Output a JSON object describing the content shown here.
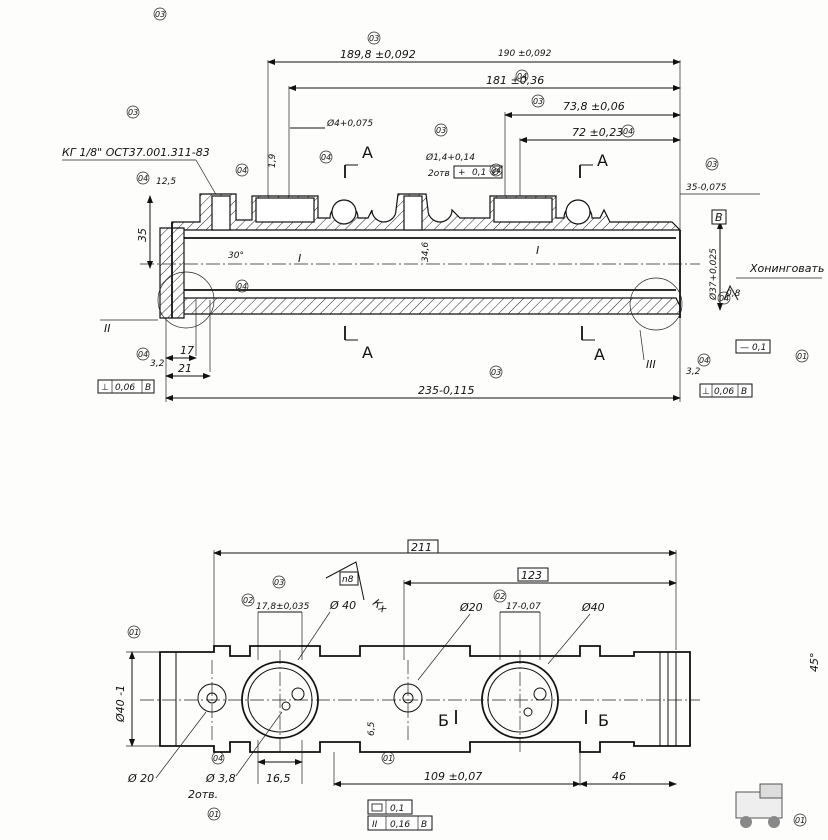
{
  "front_view": {
    "dim_overall_top": "189,8 ±0,092",
    "dim_overall_top_alt": "190 ±0,092",
    "dim_181": "181 ±0,36",
    "dim_73": "73,8 ±0,06",
    "dim_72": "72 ±0,23",
    "dim_hole_d4": "Ø4+0,075",
    "dim_hole_d14": "Ø1,4+0,14",
    "dim_2otv": "2отв",
    "tol_2otv": "0,1",
    "tol_2otv_ref": "Ø",
    "thread_label": "КГ 1/8\" ОСТ37.001.311-83",
    "section_A": "A",
    "dim_35": "35",
    "dim_35_right": "35-0,075",
    "dim_34": "34,6",
    "dim_bore": "Ø37+0,025",
    "honing": "Хонинговать",
    "rough_08": "0,8",
    "angle_30": "30°",
    "dim_17": "17",
    "dim_21": "21",
    "dim_32_left": "3,2",
    "dim_32_right": "3,2",
    "dim_235": "235-0,115",
    "dim_12_5": "12,5",
    "dim_1_9": "1,9",
    "callout_I": "I",
    "callout_II": "II",
    "callout_III": "III",
    "tol_left_sym": "⊥",
    "tol_left_val": "0,06",
    "tol_left_ref": "В",
    "tol_right_sym": "⊥",
    "tol_right_val": "0,06",
    "tol_right_ref": "В",
    "datum_B": "В",
    "tol_flat_val": "0,1",
    "circle_marks": [
      "03",
      "03",
      "03",
      "04",
      "04",
      "04",
      "03",
      "04",
      "04",
      "03",
      "04",
      "04",
      "03",
      "04",
      "04",
      "01",
      "04",
      "03"
    ]
  },
  "plan_view": {
    "dim_211": "211",
    "dim_123": "123",
    "dim_178": "17,8±0,035",
    "dim_d40_left": "Ø 40",
    "dim_d40_right": "Ø40",
    "dim_d20_mid": "Ø20",
    "dim_17_07": "17-0,07",
    "dim_d40_h": "Ø40 -1",
    "dim_d20_left": "Ø 20",
    "dim_d38": "Ø 3,8",
    "dim_2otv": "2отв.",
    "dim_165": "16,5",
    "dim_65": "6,5",
    "dim_109": "109 ±0,07",
    "dim_46": "46",
    "rough_box": "n8",
    "rough_kx": "Кх",
    "section_B": "Б",
    "angle_45": "45°",
    "tol_flat_val": "0,1",
    "tol_par_sym": "II",
    "tol_par_val": "0,16",
    "tol_par_ref": "В",
    "circle_marks": [
      "01",
      "03",
      "02",
      "02",
      "01",
      "04",
      "01",
      "01"
    ]
  }
}
